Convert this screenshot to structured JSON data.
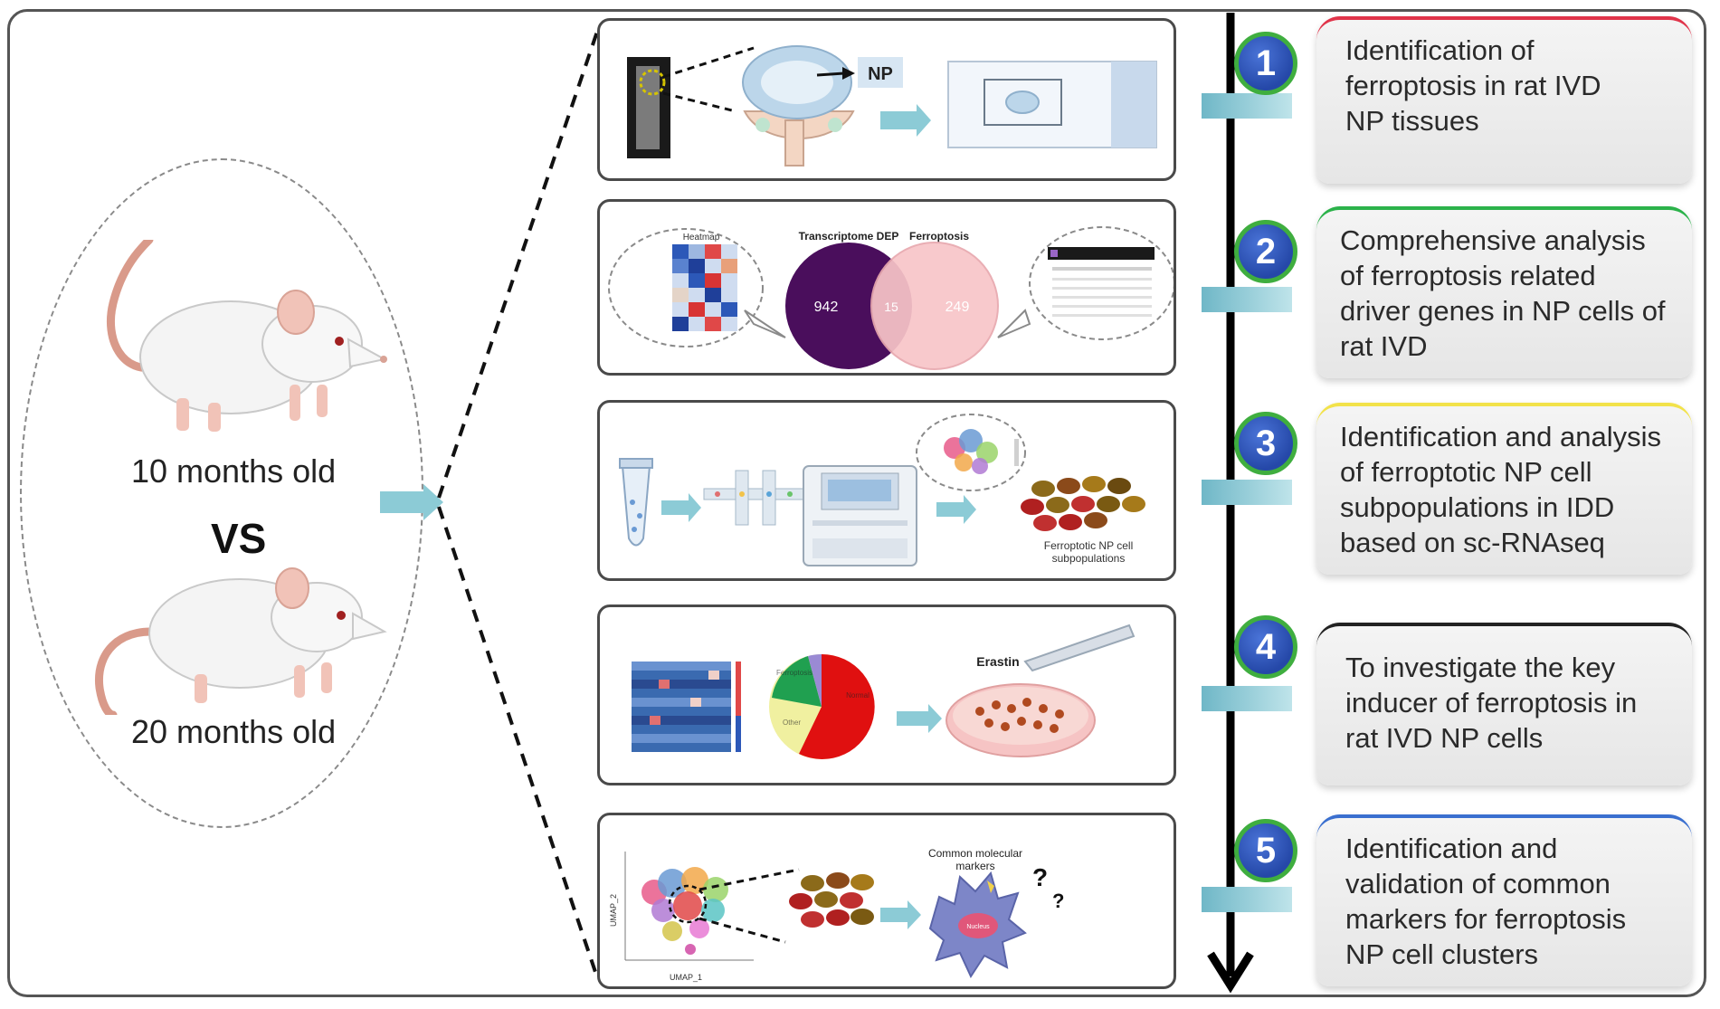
{
  "left": {
    "young_label": "10 months old",
    "vs_label": "VS",
    "old_label": "20 months old"
  },
  "panels": {
    "p1": {
      "np_label": "NP"
    },
    "p2": {
      "heatmap_title": "Heatmap",
      "venn_left_title": "Transcriptome DEP",
      "venn_right_title": "Ferroptosis",
      "venn_left_count": "942",
      "venn_overlap_count": "15",
      "venn_right_count": "249"
    },
    "p3": {
      "cluster_label_1": "Ferroptotic NP cell",
      "cluster_label_2": "subpopulations"
    },
    "p4": {
      "pie_label_a": "Normal",
      "pie_label_b": "Ferroptosis",
      "pie_label_c": "Other",
      "treatment_label": "Erastin"
    },
    "p5": {
      "umap_x": "UMAP_1",
      "umap_y": "UMAP_2",
      "marker_title_1": "Common molecular",
      "marker_title_2": "markers",
      "nucleus_label": "Nucleus",
      "question_mark": "?"
    }
  },
  "steps": [
    {
      "number": "1",
      "color": "#e0344a",
      "lines": [
        "Identification of",
        "ferroptosis in rat IVD",
        "NP tissues"
      ]
    },
    {
      "number": "2",
      "color": "#2bb24a",
      "lines": [
        "Comprehensive analysis",
        "of ferroptosis related",
        "driver genes in NP cells of",
        "rat IVD"
      ]
    },
    {
      "number": "3",
      "color": "#f2e24a",
      "lines": [
        "Identification and analysis",
        "of ferroptotic NP cell",
        "subpopulations in IDD",
        "based on sc-RNAseq"
      ]
    },
    {
      "number": "4",
      "color": "#222222",
      "lines": [
        "To investigate the key",
        "inducer of ferroptosis in",
        "rat IVD NP cells"
      ]
    },
    {
      "number": "5",
      "color": "#3a6fcf",
      "lines": [
        "Identification and",
        "validation of common",
        "markers for ferroptosis",
        "NP cell clusters"
      ]
    }
  ],
  "colors": {
    "venn_left": "#4a0e5c",
    "venn_right": "#f8c5c8",
    "arrow": "#8ccbd6",
    "badge": "#2f55b8"
  }
}
